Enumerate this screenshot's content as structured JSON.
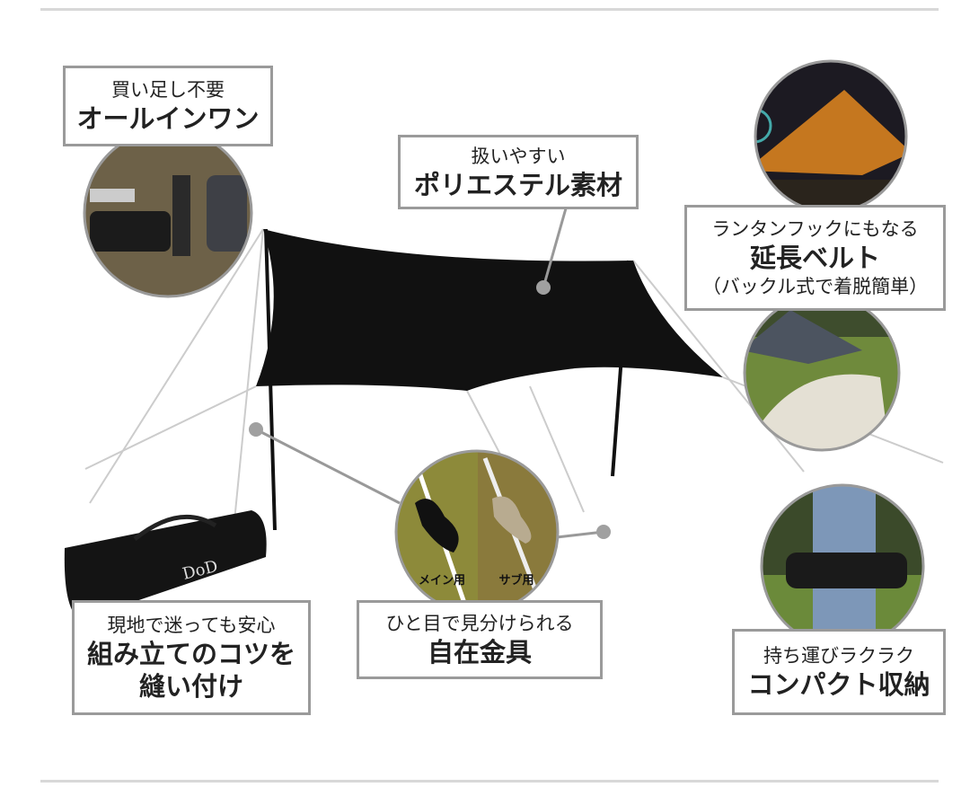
{
  "callouts": {
    "all_in_one": {
      "line1": "買い足し不要",
      "line2": "オールインワン"
    },
    "material": {
      "line1": "扱いやすい",
      "line2": "ポリエステル素材"
    },
    "belt": {
      "line1": "ランタンフックにもなる",
      "line2": "延長ベルト",
      "line3": "（バックル式で着脱簡単）"
    },
    "adjuster": {
      "line1": "ひと目で見分けられる",
      "line2": "自在金具"
    },
    "assembly": {
      "line1": "現地で迷っても安心",
      "line2": "組み立てのコツを",
      "line3": "縫い付け"
    },
    "compact": {
      "line1": "持ち運びラクラク",
      "line2": "コンパクト収納"
    }
  },
  "adjuster_labels": {
    "main": "メイン用",
    "sub": "サブ用"
  },
  "bag_logo": "DoD",
  "colors": {
    "tarp": "#111111",
    "border": "#9a9a9a",
    "dot": "#a0a0a0"
  }
}
